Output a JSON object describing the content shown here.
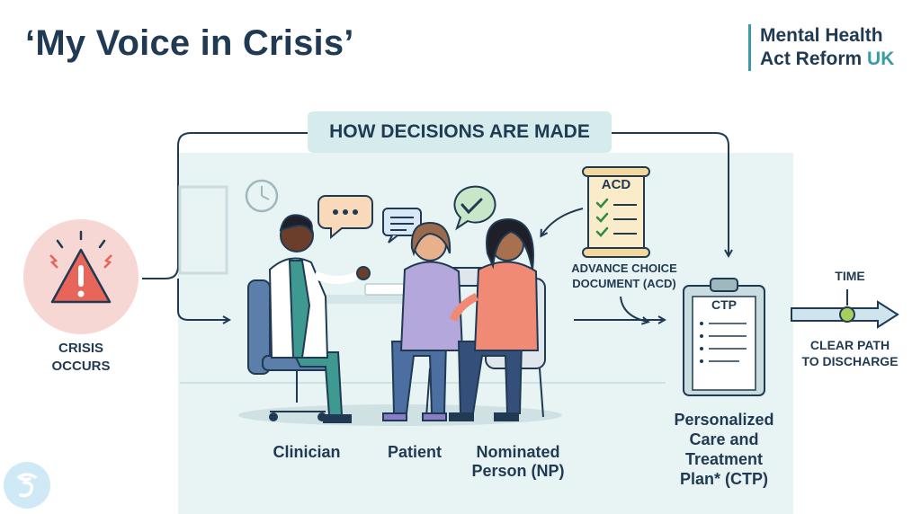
{
  "title": "‘My Voice in Crisis’",
  "brand": {
    "line1": "Mental Health",
    "line2": "Act Reform",
    "suffix": "UK"
  },
  "header": "HOW DECISIONS ARE MADE",
  "crisis": {
    "label_line1": "CRISIS",
    "label_line2": "OCCURS"
  },
  "people": {
    "clinician": "Clinician",
    "patient": "Patient",
    "np_line1": "Nominated",
    "np_line2": "Person (NP)"
  },
  "acd": {
    "doc_title": "ACD",
    "label_line1": "ADVANCE CHOICE",
    "label_line2": "DOCUMENT (ACD)"
  },
  "ctp": {
    "doc_title": "CTP",
    "label_line1": "Personalized",
    "label_line2": "Care and",
    "label_line3": "Treatment",
    "label_line4": "Plan* (CTP)"
  },
  "timeline": {
    "time_label": "TIME",
    "clear_line1": "CLEAR PATH",
    "clear_line2": "TO DISCHARGE"
  },
  "colors": {
    "navy": "#1f3a52",
    "teal": "#3a9aa8",
    "stage_bg": "#e8f3f4",
    "alert_red": "#e8655a",
    "alert_pink": "#f7d7d3"
  },
  "icons": [
    "warning-icon",
    "clock-icon",
    "speech-bubble-dots-icon",
    "message-lines-icon",
    "checkmark-bubble-icon",
    "scroll-document-icon",
    "clipboard-icon",
    "logo-icon"
  ]
}
